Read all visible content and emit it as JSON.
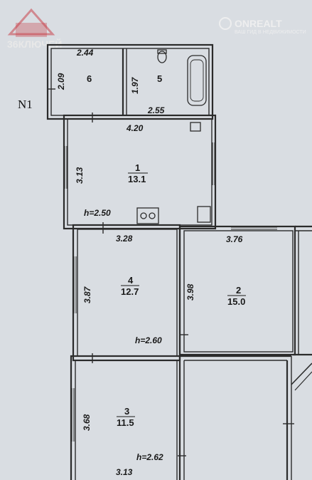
{
  "watermarks": {
    "left_logo": "36КЛЮЧЕЙ",
    "right_logo": "ONREALT",
    "right_tagline": "ВАШ ГИД В НЕДВИЖИМОСТИ"
  },
  "orientation_label": "N1",
  "rooms": [
    {
      "id": "6",
      "number": "6",
      "width": "2.44",
      "height": "2.09"
    },
    {
      "id": "5",
      "number": "5",
      "height": "1.97",
      "width": "2.55"
    },
    {
      "id": "1",
      "number": "1",
      "area": "13.1",
      "width": "4.20",
      "height": "3.13",
      "ceiling": "h=2.50"
    },
    {
      "id": "4",
      "number": "4",
      "area": "12.7",
      "width": "3.28",
      "height": "3.87",
      "ceiling": "h=2.60"
    },
    {
      "id": "2",
      "number": "2",
      "area": "15.0",
      "width": "3.76",
      "height": "3.98"
    },
    {
      "id": "3",
      "number": "3",
      "area": "11.5",
      "height": "3.68",
      "width": "3.13",
      "ceiling": "h=2.62"
    }
  ]
}
